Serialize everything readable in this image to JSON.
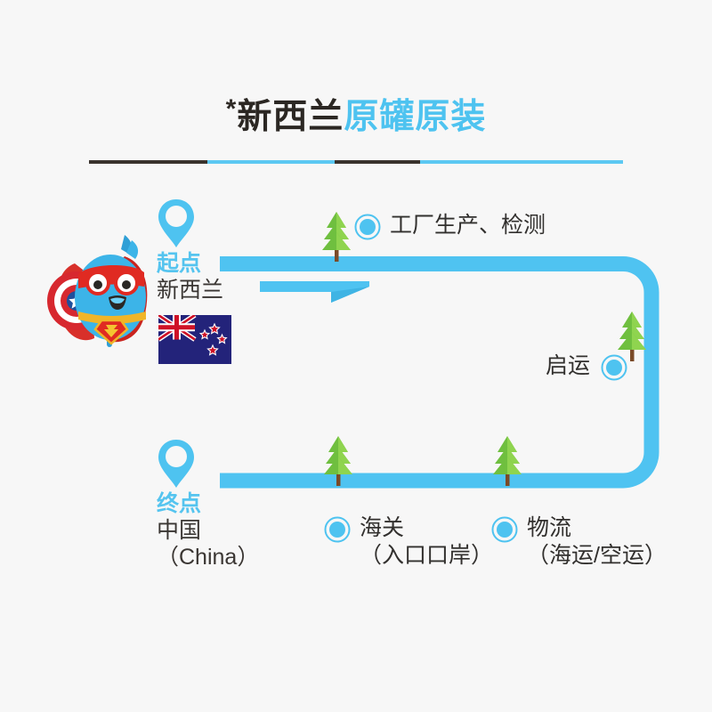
{
  "page": {
    "background_color": "#f7f7f7",
    "accent_blue": "#4ec3f0",
    "path_blue": "#4fc3f1",
    "dark_text": "#32302e",
    "divider_dark": "#3a332d"
  },
  "header": {
    "star": "*",
    "title_dark": "新西兰",
    "title_blue": "原罐原装",
    "divider_segments": [
      {
        "color": "dark",
        "width_pct": 22.2
      },
      {
        "color": "blue",
        "width_pct": 23.8
      },
      {
        "color": "dark",
        "width_pct": 16.0
      },
      {
        "color": "blue",
        "width_pct": 38.0
      }
    ]
  },
  "mascot": {
    "name": "superhero-bird-mascot",
    "body_color": "#3cb4e8",
    "cape_color": "#d32b24",
    "mask_color": "#e02a22",
    "belt_color": "#f0b528",
    "shield_colors": [
      "#d7282f",
      "#ffffff",
      "#1f4f9c"
    ],
    "emblem": "S"
  },
  "start_point": {
    "pin_label": "起点",
    "country": "新西兰",
    "flag": "new-zealand-flag"
  },
  "end_point": {
    "pin_label": "终点",
    "country": "中国",
    "country_en": "（China）"
  },
  "nodes": [
    {
      "id": "factory",
      "line1": "工厂生产、检测",
      "line2": ""
    },
    {
      "id": "departure",
      "line1": "启运",
      "line2": ""
    },
    {
      "id": "customs",
      "line1": "海关",
      "line2": "（入口口岸）"
    },
    {
      "id": "logistics",
      "line1": "物流",
      "line2": "（海运/空运）"
    }
  ],
  "trees": [
    {
      "id": "tree-factory"
    },
    {
      "id": "tree-departure"
    },
    {
      "id": "tree-customs"
    },
    {
      "id": "tree-logistics"
    }
  ],
  "arrow": {
    "id": "direction-arrow",
    "direction": "right",
    "color": "#4fc3f1"
  }
}
